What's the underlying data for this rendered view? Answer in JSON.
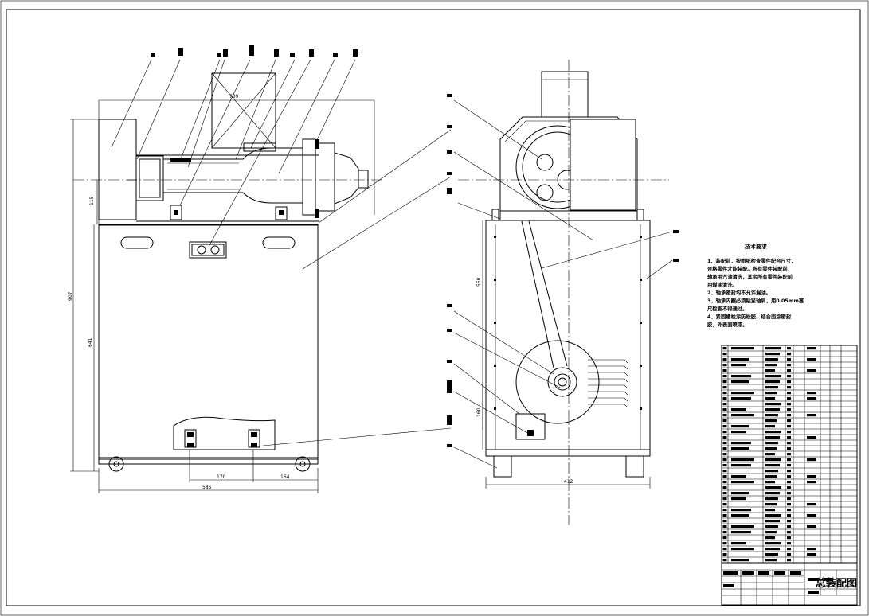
{
  "dimensions": {
    "top_width": "739",
    "left_115": "115",
    "overall_height": "907",
    "cabinet_height": "641",
    "bolt_spacing": "170",
    "bolt_offset": "164",
    "base_width": "585",
    "side_height": "550",
    "side_160": "160",
    "side_width": "412"
  },
  "technical_requirements": {
    "title": "技术要求",
    "lines": [
      "1、装配前，按图纸检查零件配合尺寸，",
      "合格零件才能装配。所有零件装配前，",
      "轴承用汽油清洗，其余所有零件装配前",
      "用煤油清洗。",
      "2、轴承密封均不允许漏油。",
      "3、轴承内圈必须贴紧轴肩，用0.05mm塞",
      "尺检查不得通过。",
      "4、紧固螺栓涂防松胶，结合面涂密封",
      "胶，外表面喷漆。"
    ]
  },
  "title_block": {
    "drawing_name": "总装配图"
  }
}
